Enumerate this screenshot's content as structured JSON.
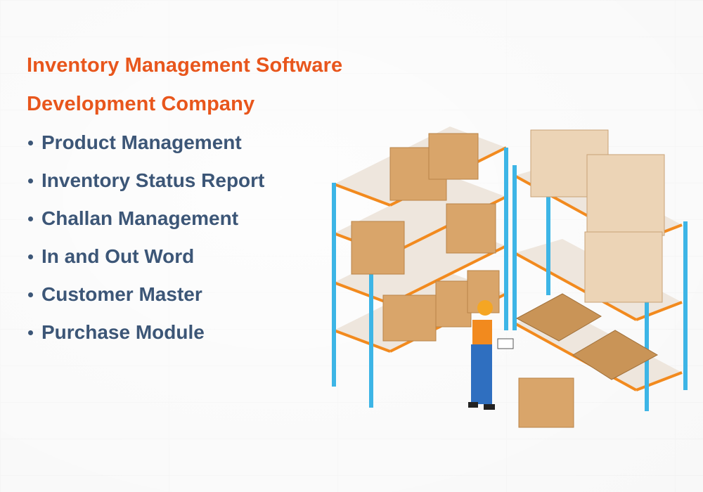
{
  "header": {
    "title_line1": "Inventory Management Software",
    "title_line2": "Development Company"
  },
  "features": [
    {
      "label": "Product Management"
    },
    {
      "label": "Inventory Status Report"
    },
    {
      "label": "Challan Management"
    },
    {
      "label": "In and Out Word"
    },
    {
      "label": "Customer Master"
    },
    {
      "label": "Purchase Module"
    }
  ],
  "colors": {
    "title": "#e8561c",
    "feature_text": "#3c5677",
    "shelf_frame": "#3db5e6",
    "shelf_beam": "#f28a1e",
    "box": "#d9a56a"
  },
  "illustration": {
    "icon": "warehouse-shelves-worker-illustration"
  }
}
